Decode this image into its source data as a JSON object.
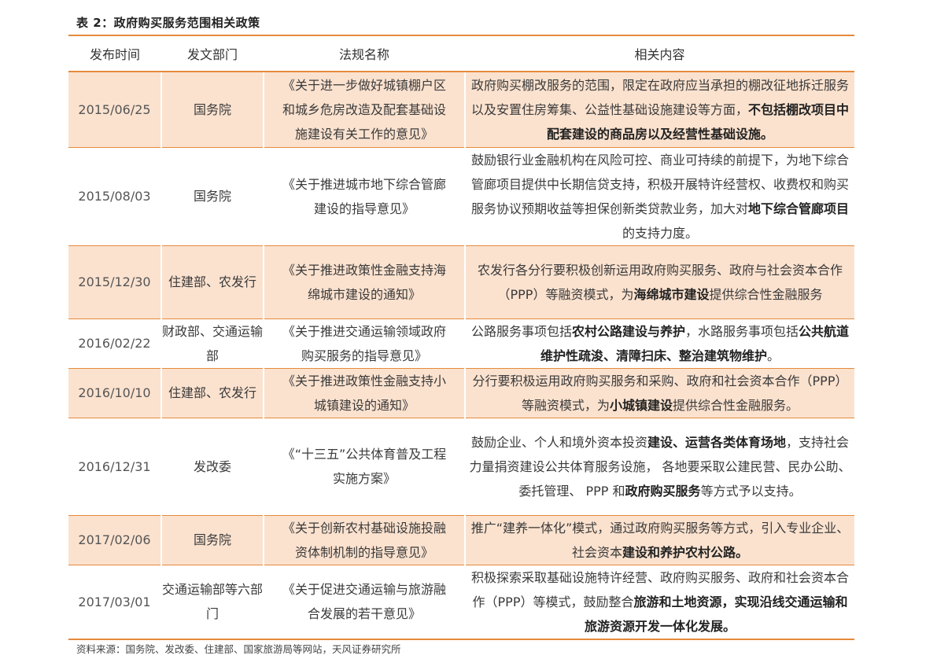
{
  "caption": "表 2：政府购买服务范围相关政策",
  "headers": [
    "发布时间",
    "发文部门",
    "法规名称",
    "相关内容"
  ],
  "rows": [
    {
      "date": "2015/06/25",
      "dept": "国务院",
      "law": "《关于进一步做好城镇棚户区和城乡危房改造及配套基础设施建设有关工作的意见》",
      "content": [
        {
          "t": "政府购买棚改服务的范围，限定在政府应当承担的棚改征地拆迁服务以及安置住房筹集、公益性基础设施建设等方面，"
        },
        {
          "t": "不包括棚改项目中配套建设的商品房以及经营性基础设施。",
          "b": true
        }
      ]
    },
    {
      "date": "2015/08/03",
      "dept": "国务院",
      "law": "《关于推进城市地下综合管廊建设的指导意见》",
      "content": [
        {
          "t": "鼓励银行业金融机构在风险可控、商业可持续的前提下，为地下综合管廊项目提供中长期信贷支持，积极开展特许经营权、收费权和购买服务协议预期收益等担保创新类贷款业务，加大对"
        },
        {
          "t": "地下综合管廊项目",
          "b": true
        },
        {
          "t": "的支持力度。"
        }
      ]
    },
    {
      "date": "2015/12/30",
      "dept": "住建部、农发行",
      "law": "《关于推进政策性金融支持海绵城市建设的通知》",
      "content": [
        {
          "t": "农发行各分行要积极创新运用政府购买服务、政府与社会资本合作（PPP）等融资模式，为"
        },
        {
          "t": "海绵城市建设",
          "b": true
        },
        {
          "t": "提供综合性金融服务"
        }
      ]
    },
    {
      "date": "2016/02/22",
      "dept": "财政部、交通运输部",
      "law": "《关于推进交通运输领域政府购买服务的指导意见》",
      "content": [
        {
          "t": "公路服务事项包括"
        },
        {
          "t": "农村公路建设与养护",
          "b": true
        },
        {
          "t": "，水路服务事项包括"
        },
        {
          "t": "公共航道维护性疏浚、清障扫床、整治建筑物维护",
          "b": true
        },
        {
          "t": "。"
        }
      ]
    },
    {
      "date": "2016/10/10",
      "dept": "住建部、农发行",
      "law": "《关于推进政策性金融支持小城镇建设的通知》",
      "content": [
        {
          "t": "分行要积极运用政府购买服务和采购、政府和社会资本合作（PPP）等融资模式，为"
        },
        {
          "t": "小城镇建设",
          "b": true
        },
        {
          "t": "提供综合性金融服务。"
        }
      ]
    },
    {
      "date": "2016/12/31",
      "dept": "发改委",
      "law": "《“十三五”公共体育普及工程实施方案》",
      "content": [
        {
          "t": "鼓励企业、个人和境外资本投资"
        },
        {
          "t": "建设、运营各类体育场地",
          "b": true
        },
        {
          "t": "，支持社会力量捐资建设公共体育服务设施， 各地要采取公建民营、民办公助、委托管理、 PPP 和"
        },
        {
          "t": "政府购买服务",
          "b": true
        },
        {
          "t": "等方式予以支持。"
        }
      ]
    },
    {
      "date": "2017/02/06",
      "dept": "国务院",
      "law": "《关于创新农村基础设施投融资体制机制的指导意见》",
      "content": [
        {
          "t": "推广“建养一体化”模式，通过政府购买服务等方式，引入专业企业、社会资本"
        },
        {
          "t": "建设和养护农村公路。",
          "b": true
        }
      ]
    },
    {
      "date": "2017/03/01",
      "dept": "交通运输部等六部门",
      "law": "《关于促进交通运输与旅游融合发展的若干意见》",
      "content": [
        {
          "t": "积极探索采取基础设施特许经营、政府购买服务、政府和社会资本合作（PPP）等模式，鼓励整合"
        },
        {
          "t": "旅游和土地资源，实现沿线交通运输和旅游资源开发一体化发展。",
          "b": true
        }
      ]
    }
  ],
  "source": "资料来源：国务院、发改委、住建部、国家旅游局等网站，天风证券研究所",
  "colors": {
    "accent": "#e58a3c",
    "shade": "#fbe2cf"
  }
}
